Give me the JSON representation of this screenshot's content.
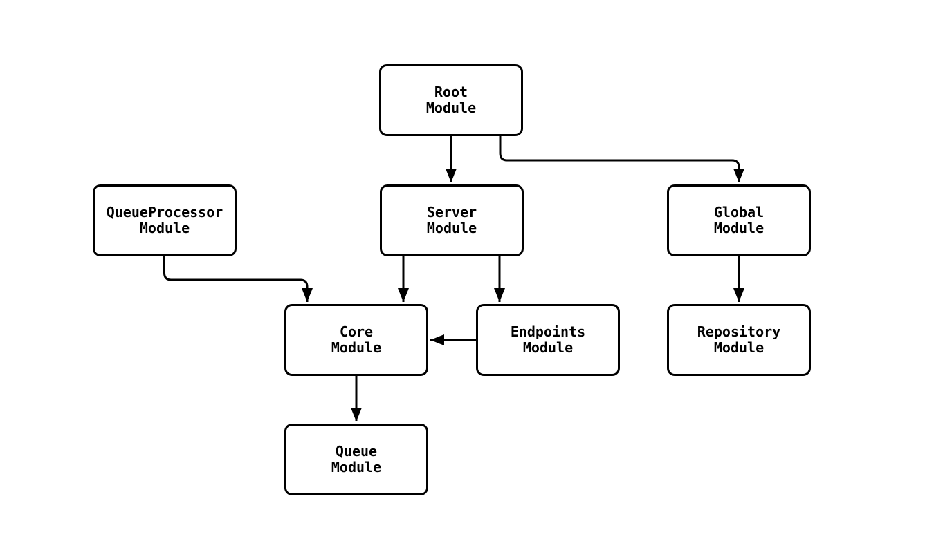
{
  "diagram": {
    "type": "flowchart",
    "nodes": [
      {
        "id": "root",
        "label_line1": "Root",
        "label_line2": "Module"
      },
      {
        "id": "queueprocessor",
        "label_line1": "QueueProcessor",
        "label_line2": "Module"
      },
      {
        "id": "server",
        "label_line1": "Server",
        "label_line2": "Module"
      },
      {
        "id": "global",
        "label_line1": "Global",
        "label_line2": "Module"
      },
      {
        "id": "core",
        "label_line1": "Core",
        "label_line2": "Module"
      },
      {
        "id": "endpoints",
        "label_line1": "Endpoints",
        "label_line2": "Module"
      },
      {
        "id": "repository",
        "label_line1": "Repository",
        "label_line2": "Module"
      },
      {
        "id": "queue",
        "label_line1": "Queue",
        "label_line2": "Module"
      }
    ],
    "edges": [
      {
        "from": "root",
        "to": "server"
      },
      {
        "from": "root",
        "to": "global"
      },
      {
        "from": "queueprocessor",
        "to": "core"
      },
      {
        "from": "server",
        "to": "core"
      },
      {
        "from": "server",
        "to": "endpoints"
      },
      {
        "from": "endpoints",
        "to": "core"
      },
      {
        "from": "global",
        "to": "repository"
      },
      {
        "from": "core",
        "to": "queue"
      }
    ],
    "colors": {
      "background": "#ffffff",
      "node_fill": "#ffffff",
      "node_border": "#000000",
      "edge": "#000000",
      "text": "#000000"
    }
  }
}
